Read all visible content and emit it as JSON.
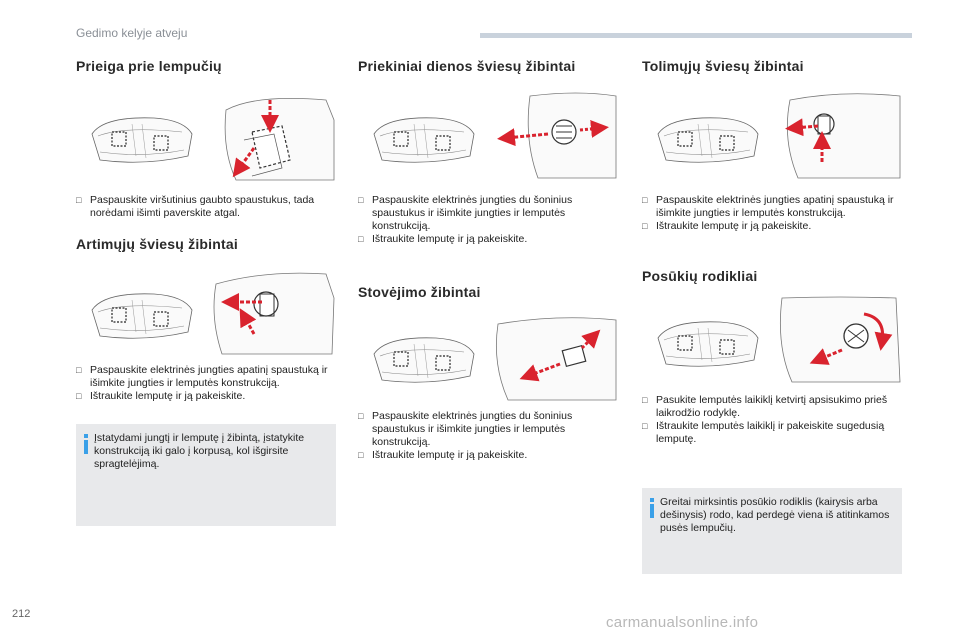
{
  "header": {
    "title": "Gedimo kelyje atveju"
  },
  "page_number": "212",
  "watermark": "carmanualsonline.info",
  "sections": {
    "access": {
      "title": "Prieiga prie lempučių",
      "steps": [
        "Paspauskite viršutinius gaubto spaustukus, tada norėdami išimti paverskite atgal."
      ]
    },
    "low_beam": {
      "title": "Artimųjų šviesų žibintai",
      "steps": [
        "Paspauskite elektrinės jungties apatinį spaustuką ir išimkite jungties ir lemputės konstrukciją.",
        "Ištraukite lemputę ir ją pakeiskite."
      ],
      "note": "Įstatydami jungtį ir lemputę į žibintą, įstatykite konstrukciją iki galo į korpusą, kol išgirsite spragtelėjimą."
    },
    "drl": {
      "title": "Priekiniai dienos šviesų žibintai",
      "steps": [
        "Paspauskite elektrinės jungties du šoninius spaustukus ir išimkite jungties ir lemputės konstrukciją.",
        "Ištraukite lemputę ir ją pakeiskite."
      ]
    },
    "parking": {
      "title": "Stovėjimo žibintai",
      "steps": [
        "Paspauskite elektrinės jungties du šoninius spaustukus ir išimkite jungties ir lemputės konstrukciją.",
        "Ištraukite lemputę ir ją pakeiskite."
      ]
    },
    "high_beam": {
      "title": "Tolimųjų šviesų žibintai",
      "steps": [
        "Paspauskite elektrinės jungties apatinį spaustuką ir išimkite jungties ir lemputės konstrukciją.",
        "Ištraukite lemputę ir ją pakeiskite."
      ]
    },
    "indicators": {
      "title": "Posūkių rodikliai",
      "steps": [
        "Pasukite lemputės laikiklį ketvirtį apsisukimo prieš laikrodžio rodyklę.",
        "Ištraukite lemputės laikiklį ir pakeiskite sugedusią lemputę."
      ],
      "note": "Greitai mirksintis posūkio rodiklis (kairysis arba dešinysis) rodo, kad perdegė viena iš atitinkamos pusės lempučių."
    }
  },
  "colors": {
    "arrow": "#d9232e",
    "note_bg": "#e8e9eb",
    "info_icon": "#3aa0e8",
    "header_bar": "#c9d2dc"
  }
}
